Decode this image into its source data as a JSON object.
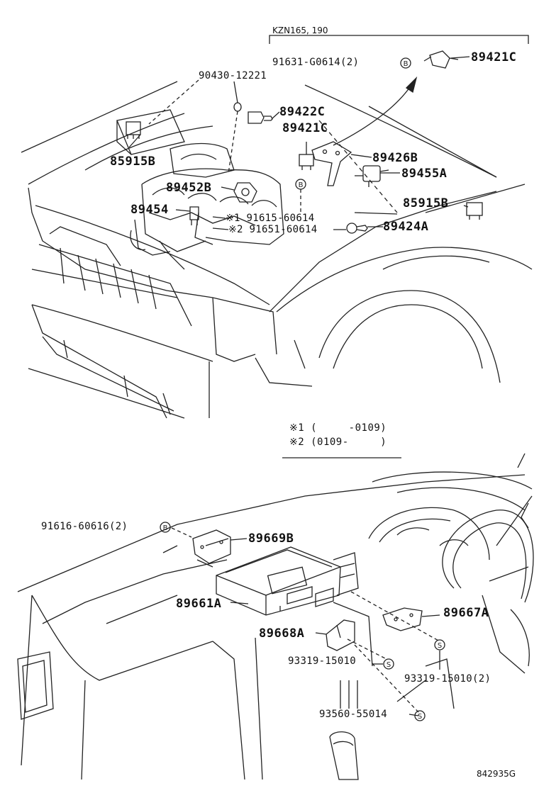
{
  "header": {
    "model_range": "KZN165, 190"
  },
  "upper_parts": {
    "p91631": "91631-G0614(2)",
    "p89421c_top": "89421C",
    "p90430": "90430-12221",
    "p89422c": "89422C",
    "p89421c": "89421C",
    "p85915b_left": "85915B",
    "p89426b": "89426B",
    "p89455a": "89455A",
    "p89452b": "89452B",
    "p85915b_right": "85915B",
    "p89454": "89454",
    "p91615": "※1 91615-60614",
    "p91651": "※2 91651-60614",
    "p89424a": "89424A"
  },
  "notes": {
    "note1": "※1 (     -0109)",
    "note2": "※2 (0109-     )"
  },
  "lower_parts": {
    "p91616": "91616-60616(2)",
    "p89669b": "89669B",
    "p89661a": "89661A",
    "p89667a": "89667A",
    "p89668a": "89668A",
    "p93319_left": "93319-15010",
    "p93319_right": "93319-15010(2)",
    "p93560": "93560-55014"
  },
  "symbols": {
    "bolt_b": "B",
    "bolt_s": "S"
  },
  "footer": {
    "diagram_code": "842935G"
  }
}
